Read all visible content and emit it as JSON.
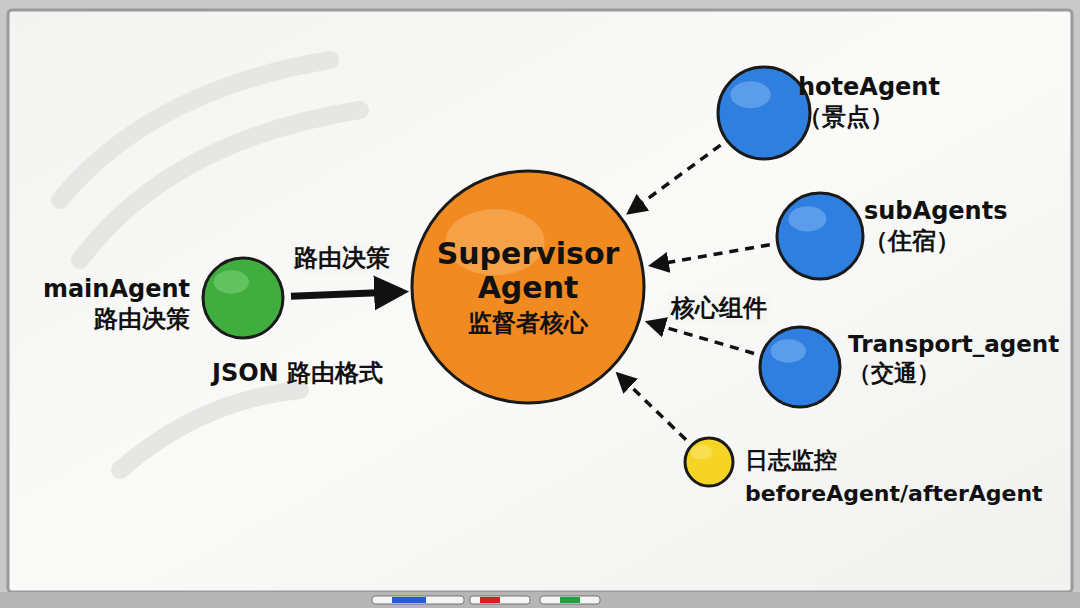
{
  "diagram": {
    "nodes": [
      {
        "text": [
          "mainAgent 路由决策"
        ]
      },
      {
        "text": [
          "Supervisor Agent",
          "监督者核心"
        ]
      },
      {
        "text": [
          "hoteAgent （景点）"
        ]
      },
      {
        "text": [
          "subAgents （住宿）"
        ]
      },
      {
        "text": [
          "Transport_agent （交通）"
        ]
      },
      {
        "text": [
          "日志监控",
          "beforeAgent/afterAgent"
        ]
      }
    ],
    "edges": [
      {
        "from": 0,
        "to": 1,
        "arrow": "to",
        "label": "路由决策"
      },
      {
        "from": 2,
        "to": 1,
        "arrow": "to"
      },
      {
        "from": 3,
        "to": 1,
        "arrow": "to"
      },
      {
        "from": 4,
        "to": 1,
        "arrow": "to",
        "label": "核心组件"
      },
      {
        "from": 5,
        "to": 1,
        "arrow": "to"
      }
    ],
    "labels": [
      "JSON 路由格式"
    ]
  }
}
